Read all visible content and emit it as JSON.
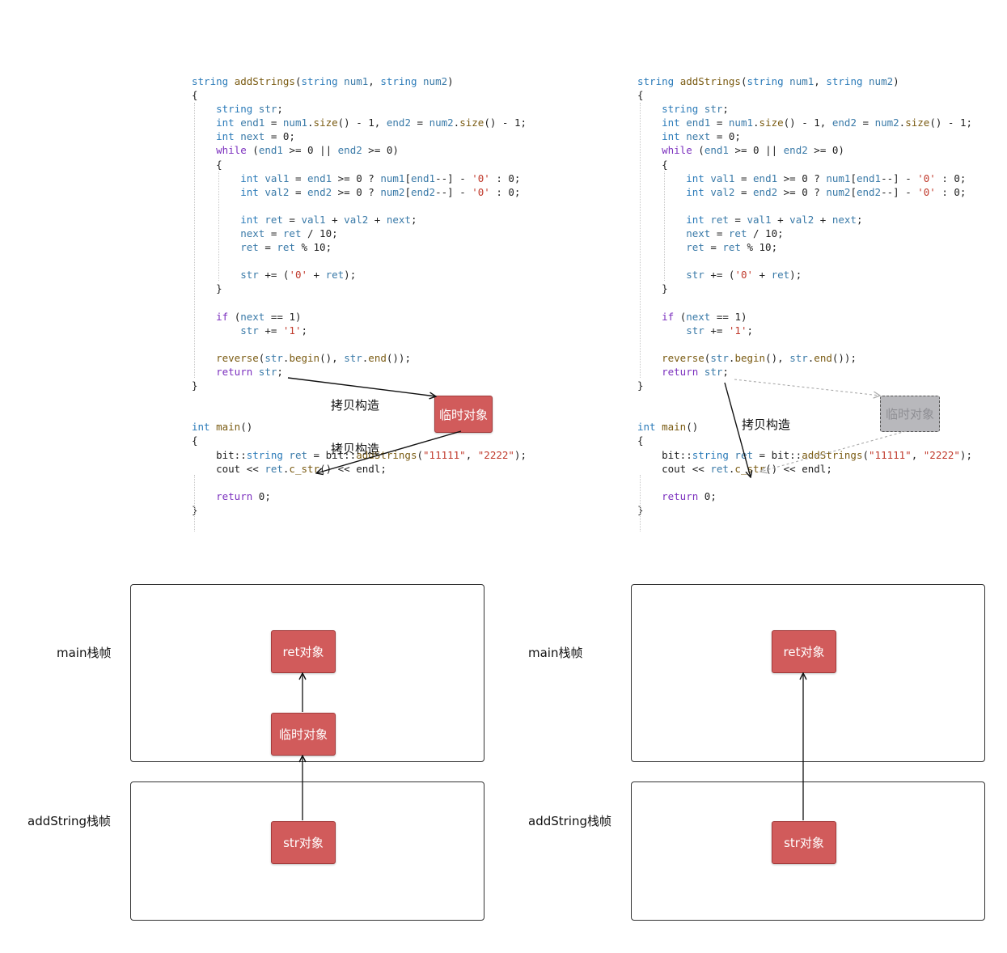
{
  "code_lines": [
    "string addStrings(string num1, string num2)",
    "{",
    "    string str;",
    "    int end1 = num1.size() - 1, end2 = num2.size() - 1;",
    "    int next = 0;",
    "    while (end1 >= 0 || end2 >= 0)",
    "    {",
    "        int val1 = end1 >= 0 ? num1[end1--] - '0' : 0;",
    "        int val2 = end2 >= 0 ? num2[end2--] - '0' : 0;",
    "",
    "        int ret = val1 + val2 + next;",
    "        next = ret / 10;",
    "        ret = ret % 10;",
    "",
    "        str += ('0' + ret);",
    "    }",
    "",
    "    if (next == 1)",
    "        str += '1';",
    "",
    "    reverse(str.begin(), str.end());",
    "    return str;",
    "}",
    "",
    "",
    "int main()",
    "{",
    "    bit::string ret = bit::addStrings(\"11111\", \"2222\");",
    "    cout << ret.c_str() << endl;",
    "",
    "    return 0;",
    "}"
  ],
  "left_code": {
    "arrow_label_1": "拷贝构造",
    "arrow_label_2": "拷贝构造",
    "temp_object": "临时对象"
  },
  "right_code": {
    "arrow_label": "拷贝构造",
    "temp_object": "临时对象"
  },
  "left_stack": {
    "main_frame_label": "main栈帧",
    "add_frame_label": "addString栈帧",
    "ret_object": "ret对象",
    "temp_object": "临时对象",
    "str_object": "str对象"
  },
  "right_stack": {
    "main_frame_label": "main栈帧",
    "add_frame_label": "addString栈帧",
    "ret_object": "ret对象",
    "str_object": "str对象"
  },
  "colors": {
    "object_fill": "#d15b5b",
    "elided_object_fill": "#b8b8bc",
    "keyword": "#7b2fbe",
    "type": "#2b7bb9",
    "string_literal": "#c0392b"
  }
}
